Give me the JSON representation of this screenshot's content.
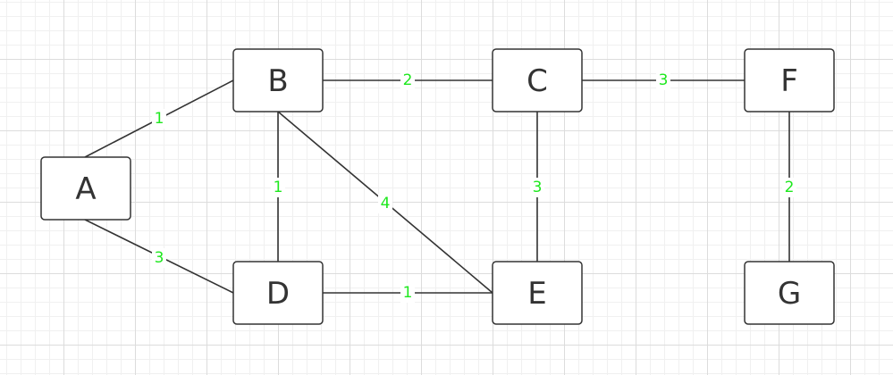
{
  "colors": {
    "node_stroke": "#333333",
    "edge": "#333333",
    "weight": "#1ee81e"
  },
  "nodes": [
    {
      "id": "A",
      "label": "A"
    },
    {
      "id": "B",
      "label": "B"
    },
    {
      "id": "C",
      "label": "C"
    },
    {
      "id": "D",
      "label": "D"
    },
    {
      "id": "E",
      "label": "E"
    },
    {
      "id": "F",
      "label": "F"
    },
    {
      "id": "G",
      "label": "G"
    }
  ],
  "edges": [
    {
      "from": "A",
      "to": "B",
      "weight": "1"
    },
    {
      "from": "A",
      "to": "D",
      "weight": "3"
    },
    {
      "from": "B",
      "to": "C",
      "weight": "2"
    },
    {
      "from": "B",
      "to": "D",
      "weight": "1"
    },
    {
      "from": "B",
      "to": "E",
      "weight": "4"
    },
    {
      "from": "C",
      "to": "F",
      "weight": "3"
    },
    {
      "from": "C",
      "to": "E",
      "weight": "3"
    },
    {
      "from": "D",
      "to": "E",
      "weight": "1"
    },
    {
      "from": "F",
      "to": "G",
      "weight": "2"
    }
  ]
}
